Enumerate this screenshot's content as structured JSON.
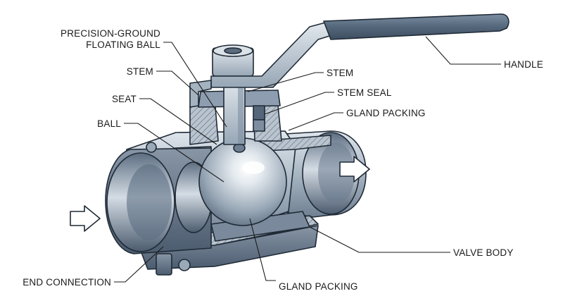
{
  "labels": {
    "precision_ball_line1": "PRECISION-GROUND",
    "precision_ball_line2": "FLOATING BALL",
    "stem_left": "STEM",
    "seat": "SEAT",
    "ball": "BALL",
    "stem_right": "STEM",
    "stem_seal": "STEM SEAL",
    "gland_packing_right": "GLAND PACKING",
    "handle": "HANDLE",
    "valve_body": "VALVE BODY",
    "end_connection": "END CONNECTION",
    "gland_packing_bottom": "GLAND PACKING"
  },
  "icons": {
    "inlet_arrow": "flow-arrow-right-icon",
    "outlet_arrow": "flow-arrow-right-icon"
  },
  "colors": {
    "steel_dark": "#4e5f73",
    "steel_mid": "#8c9cad",
    "steel_light": "#c9d3dc",
    "handle_grip": "#55677b",
    "outline": "#1f2a36",
    "label_text": "#1a1a1a",
    "background": "#ffffff"
  }
}
